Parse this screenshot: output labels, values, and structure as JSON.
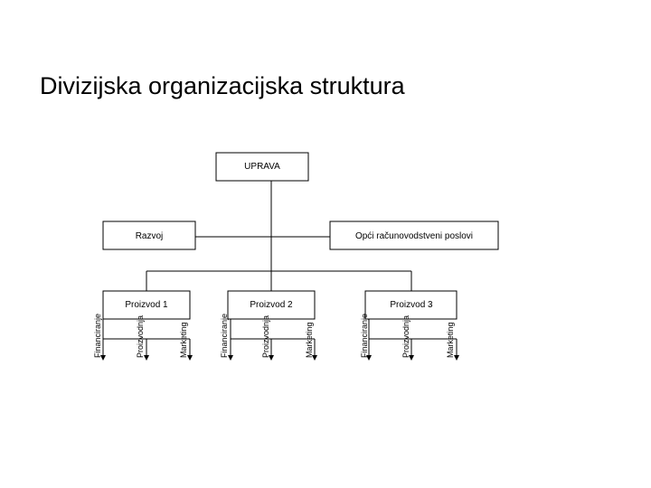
{
  "title": "Divizijska organizacijska struktura",
  "nodes": {
    "top": "UPRAVA",
    "staff_left": "Razvoj",
    "staff_right": "Opći računovodstveni poslovi",
    "divisions": [
      {
        "label": "Proizvod 1",
        "functions": [
          "Financiranje",
          "Proizvodnja",
          "Marketing"
        ]
      },
      {
        "label": "Proizvod 2",
        "functions": [
          "Financiranje",
          "Proizvodnja",
          "Marketing"
        ]
      },
      {
        "label": "Proizvod 3",
        "functions": [
          "Financiranje",
          "Proizvodnja",
          "Marketing"
        ]
      }
    ]
  },
  "colors": {
    "line": "#000000",
    "box_fill": "#ffffff",
    "text": "#000000"
  }
}
